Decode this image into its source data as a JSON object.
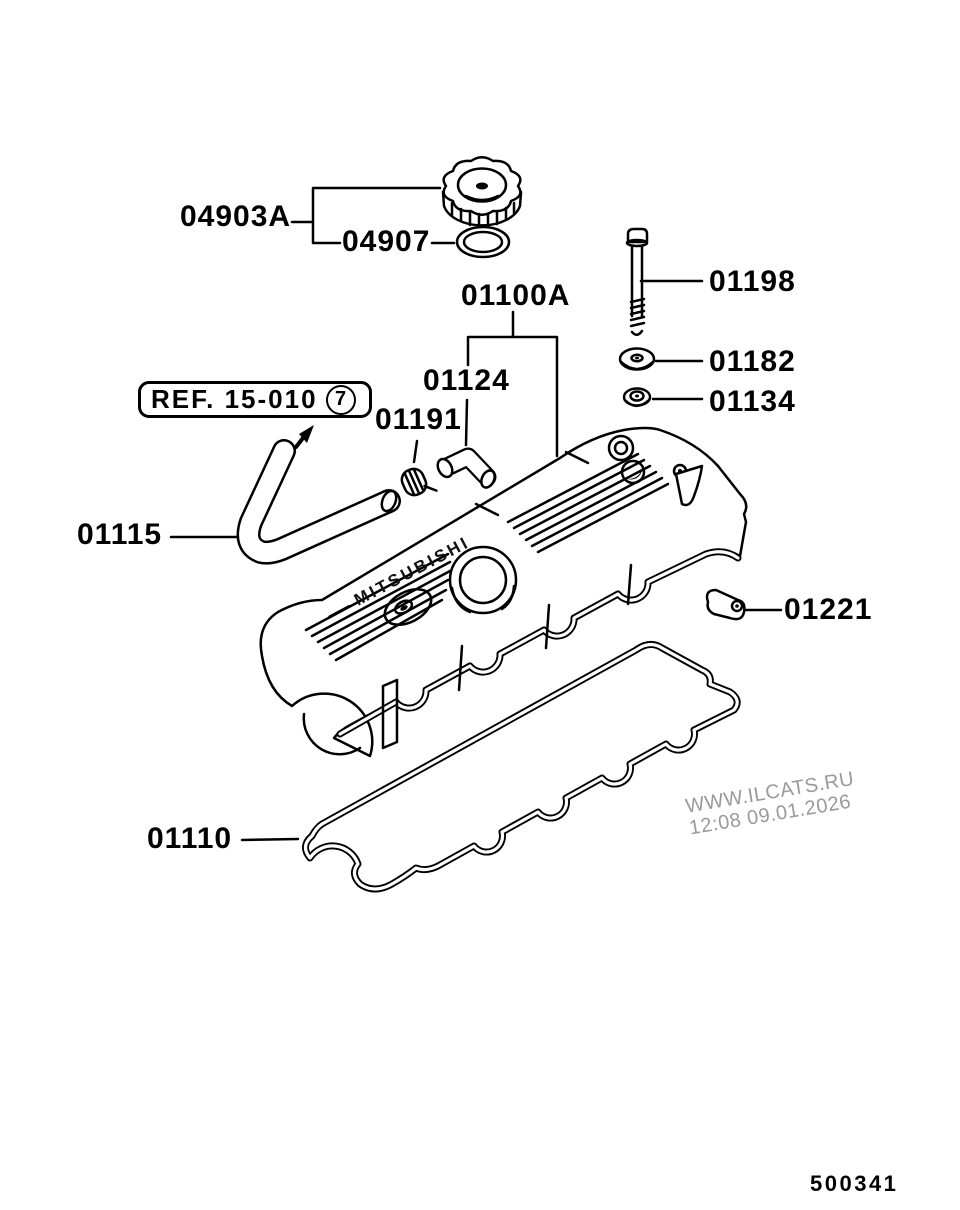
{
  "diagram": {
    "figure_number": "500341",
    "line_color": "#000000",
    "watermark": {
      "line1": "WWW.ILCATS.RU",
      "line2": "12:08 09.01.2026",
      "color": "#9a9a9a"
    },
    "ref_box": {
      "text": "REF. 15-010",
      "badge": "7"
    },
    "cover_embossed_text": "MITSUBISHI",
    "labels": {
      "filler_cap": "04903A",
      "filler_cap_gasket": "04907",
      "cover_assembly": "01100A",
      "bolt": "01198",
      "washer": "01182",
      "grommet": "01134",
      "ventilation_pipe": "01124",
      "hose_clamp": "01191",
      "breather_hose": "01115",
      "semicircular_cap": "01221",
      "cover_gasket": "01110"
    }
  }
}
